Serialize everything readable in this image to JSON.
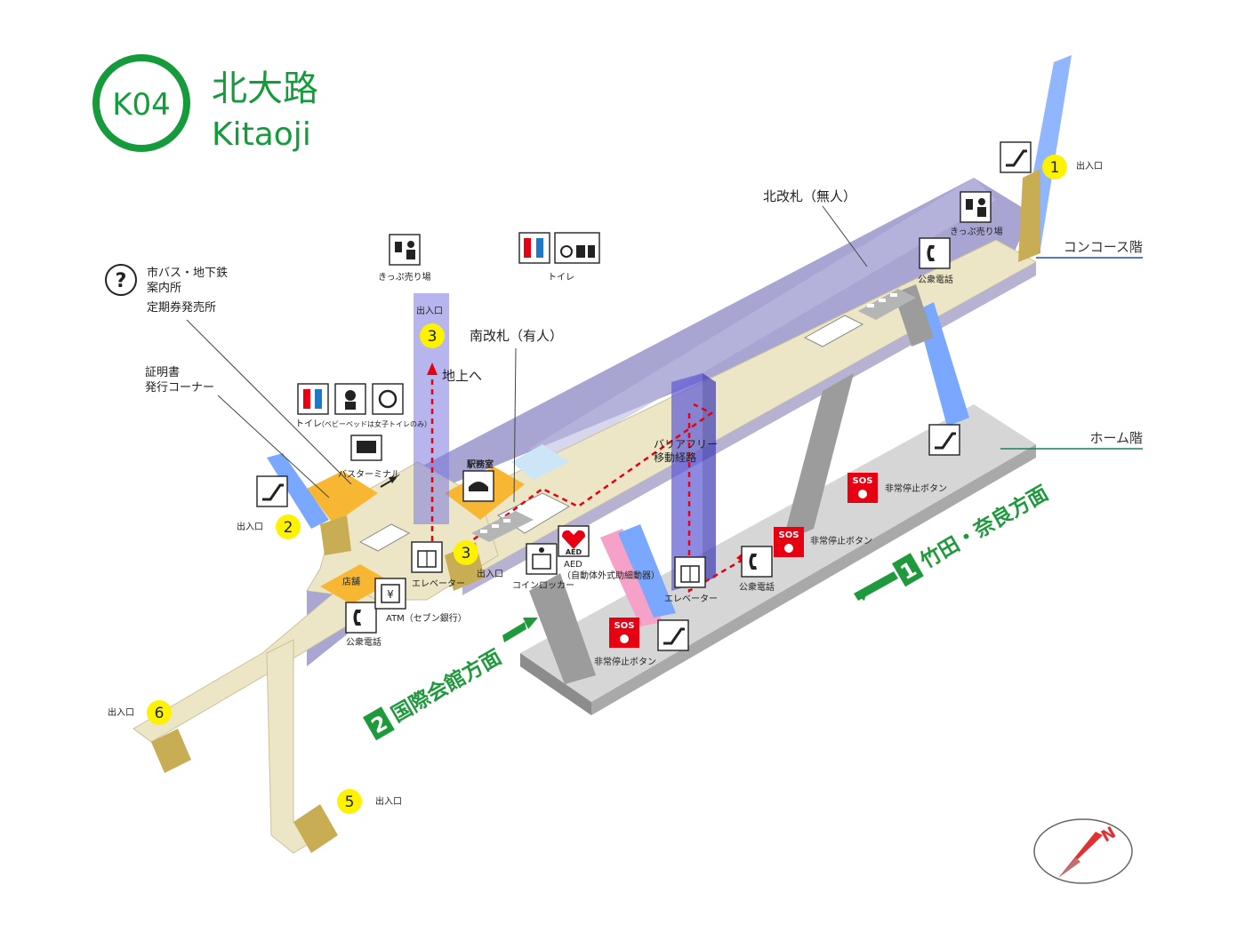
{
  "station": {
    "code": "K04",
    "name_jp": "北大路",
    "name_en": "Kitaoji",
    "color": "#159b3c"
  },
  "levels": {
    "concourse": "コンコース階",
    "home": "ホーム階"
  },
  "directions": {
    "track1": {
      "num": "1",
      "label": "竹田・奈良方面"
    },
    "track2": {
      "num": "2",
      "label": "国際会館方面"
    }
  },
  "exits": {
    "label": "出入口",
    "e1": "1",
    "e2": "2",
    "e3a": "3",
    "e3b": "3",
    "e5": "5",
    "e6": "6"
  },
  "gates": {
    "north": "北改札（無人）",
    "south": "南改札（有人）"
  },
  "labels": {
    "to_surface": "地上へ",
    "barrier_free": "バリアフリー",
    "barrier_free2": "移動経路",
    "station_office": "駅務室",
    "shop": "店舗",
    "info_line1": "市バス・地下鉄",
    "info_line2": "案内所",
    "info_line3": "定期券発売所",
    "cert_line1": "証明書",
    "cert_line2": "発行コーナー",
    "toilet": "トイレ",
    "toilet_note": "（ベビーベッドは女子トイレのみ）",
    "toilet2": "トイレ",
    "bus_terminal": "バスターミナル",
    "ticket_office_center": "きっぷ売り場",
    "ticket_office_north": "きっぷ売り場",
    "public_phone_north": "公衆電話",
    "public_phone_west": "公衆電話",
    "public_phone_platform": "公衆電話",
    "elevator_west": "エレベーター",
    "elevator_platform": "エレベーター",
    "coin_locker": "コインロッカー",
    "aed": "AED",
    "aed_note": "（自動体外式助細動器）",
    "atm": "ATM（セブン銀行）",
    "emergency1": "非常停止ボタン",
    "emergency2": "非常停止ボタン",
    "emergency3": "非常停止ボタン",
    "sos": "SOS",
    "aed_icon": "AED"
  },
  "colors": {
    "concourse": "#ece6c6",
    "concourse_side": "#aeaad0",
    "wall": "#a9a6d4",
    "platform": "#d9d9d9",
    "exit_yellow": "#fff200",
    "escalator_blue": "#7aa7ff",
    "green": "#159b3c",
    "sos_red": "#e60012",
    "route_red": "#e60012"
  },
  "icons": [
    "question-icon",
    "toilet-icon",
    "baby-icon",
    "wheelchair-icon",
    "bus-icon",
    "ticket-machine-icon",
    "escalator-icon",
    "elevator-icon",
    "phone-icon",
    "sos-icon",
    "aed-icon",
    "coin-locker-icon",
    "atm-icon",
    "compass-icon"
  ]
}
